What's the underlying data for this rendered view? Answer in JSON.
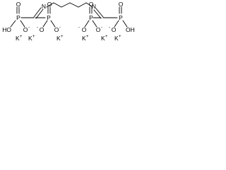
{
  "structure": {
    "atoms": {
      "n": "N",
      "p": "P",
      "o": "O",
      "oh": "OH",
      "ho": "HO",
      "o_minus": "O",
      "k": "K",
      "charge_plus": "+",
      "charge_minus": "-"
    }
  }
}
